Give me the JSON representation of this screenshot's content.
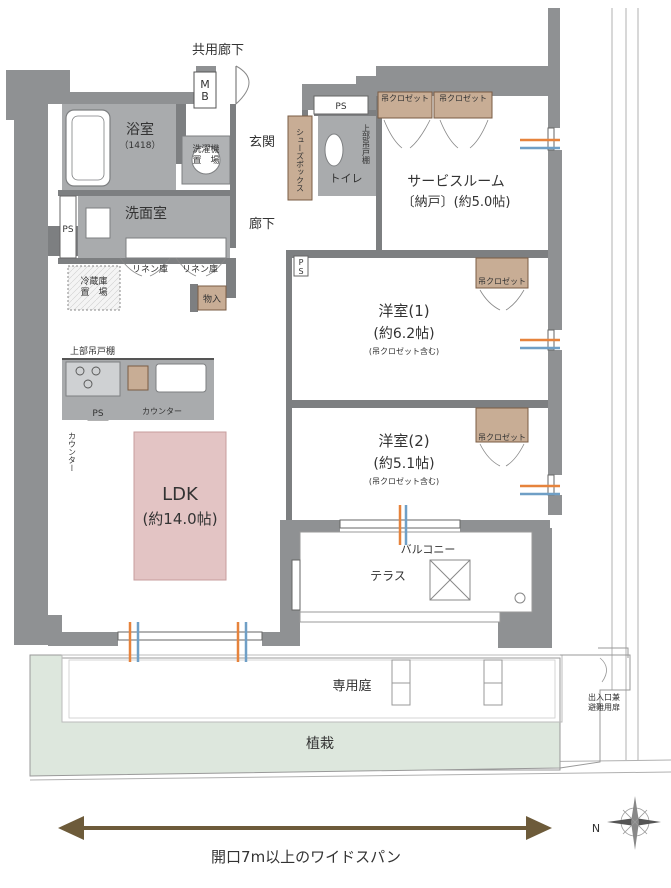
{
  "colors": {
    "wall": "#8f9193",
    "wall_dark": "#7d7f81",
    "fixture": "#a9abad",
    "closet": "#c8ad95",
    "closet_line": "#7a5c44",
    "ldk_accent": "#e3c4c4",
    "planting": "#dde7dd",
    "arrow_line": "#6d5b3a",
    "wind_orange": "#e6833c",
    "wind_blue": "#6f9fc6"
  },
  "icons": {
    "wind": "wind-flow-icon",
    "compass": "compass-rose-icon",
    "stove": "stove-burner-icon",
    "door": "door-swing-icon"
  },
  "labels": {
    "common_corridor": "共用廊下",
    "mb": "M\nB",
    "ps_top": "PS",
    "ps_left": "PS",
    "ps_kitchen": "PS",
    "ps_hall": "P\nS",
    "bathroom": "浴室",
    "bathroom_size": "（1418）",
    "washer_space": "洗濯機\n置　場",
    "washroom": "洗面室",
    "linen_1": "リネン庫",
    "linen_2": "リネン庫",
    "entrance": "玄関",
    "shoe_box": "シューズボックス",
    "toilet": "トイレ",
    "upper_shelf_toilet": "上部吊戸棚",
    "hallway": "廊下",
    "storage": "物入",
    "fridge": "冷蔵庫\n置　場",
    "upper_cabinet": "上部吊戸棚",
    "counter": "カウンター",
    "counter_side": "カウンター",
    "service_room": "サービスルーム",
    "service_room_sub": "〔納戸〕(約5.0帖)",
    "hanging_closet_1": "吊クロゼット",
    "hanging_closet_2": "吊クロゼット",
    "hanging_closet_3": "吊クロゼット",
    "hanging_closet_4": "吊クロゼット",
    "western_room_1": "洋室(1)",
    "western_room_1_size": "(約6.2帖)",
    "western_room_1_note": "(吊クロゼット含む)",
    "western_room_2": "洋室(2)",
    "western_room_2_size": "(約5.1帖)",
    "western_room_2_note": "(吊クロゼット含む)",
    "ldk": "LDK",
    "ldk_size": "(約14.0帖)",
    "balcony": "バルコニー",
    "terrace": "テラス",
    "private_garden": "専用庭",
    "exit": "出入口兼\n避難用扉",
    "planting": "植栽",
    "wide_span": "開口7m以上のワイドスパン",
    "compass_n": "N"
  }
}
